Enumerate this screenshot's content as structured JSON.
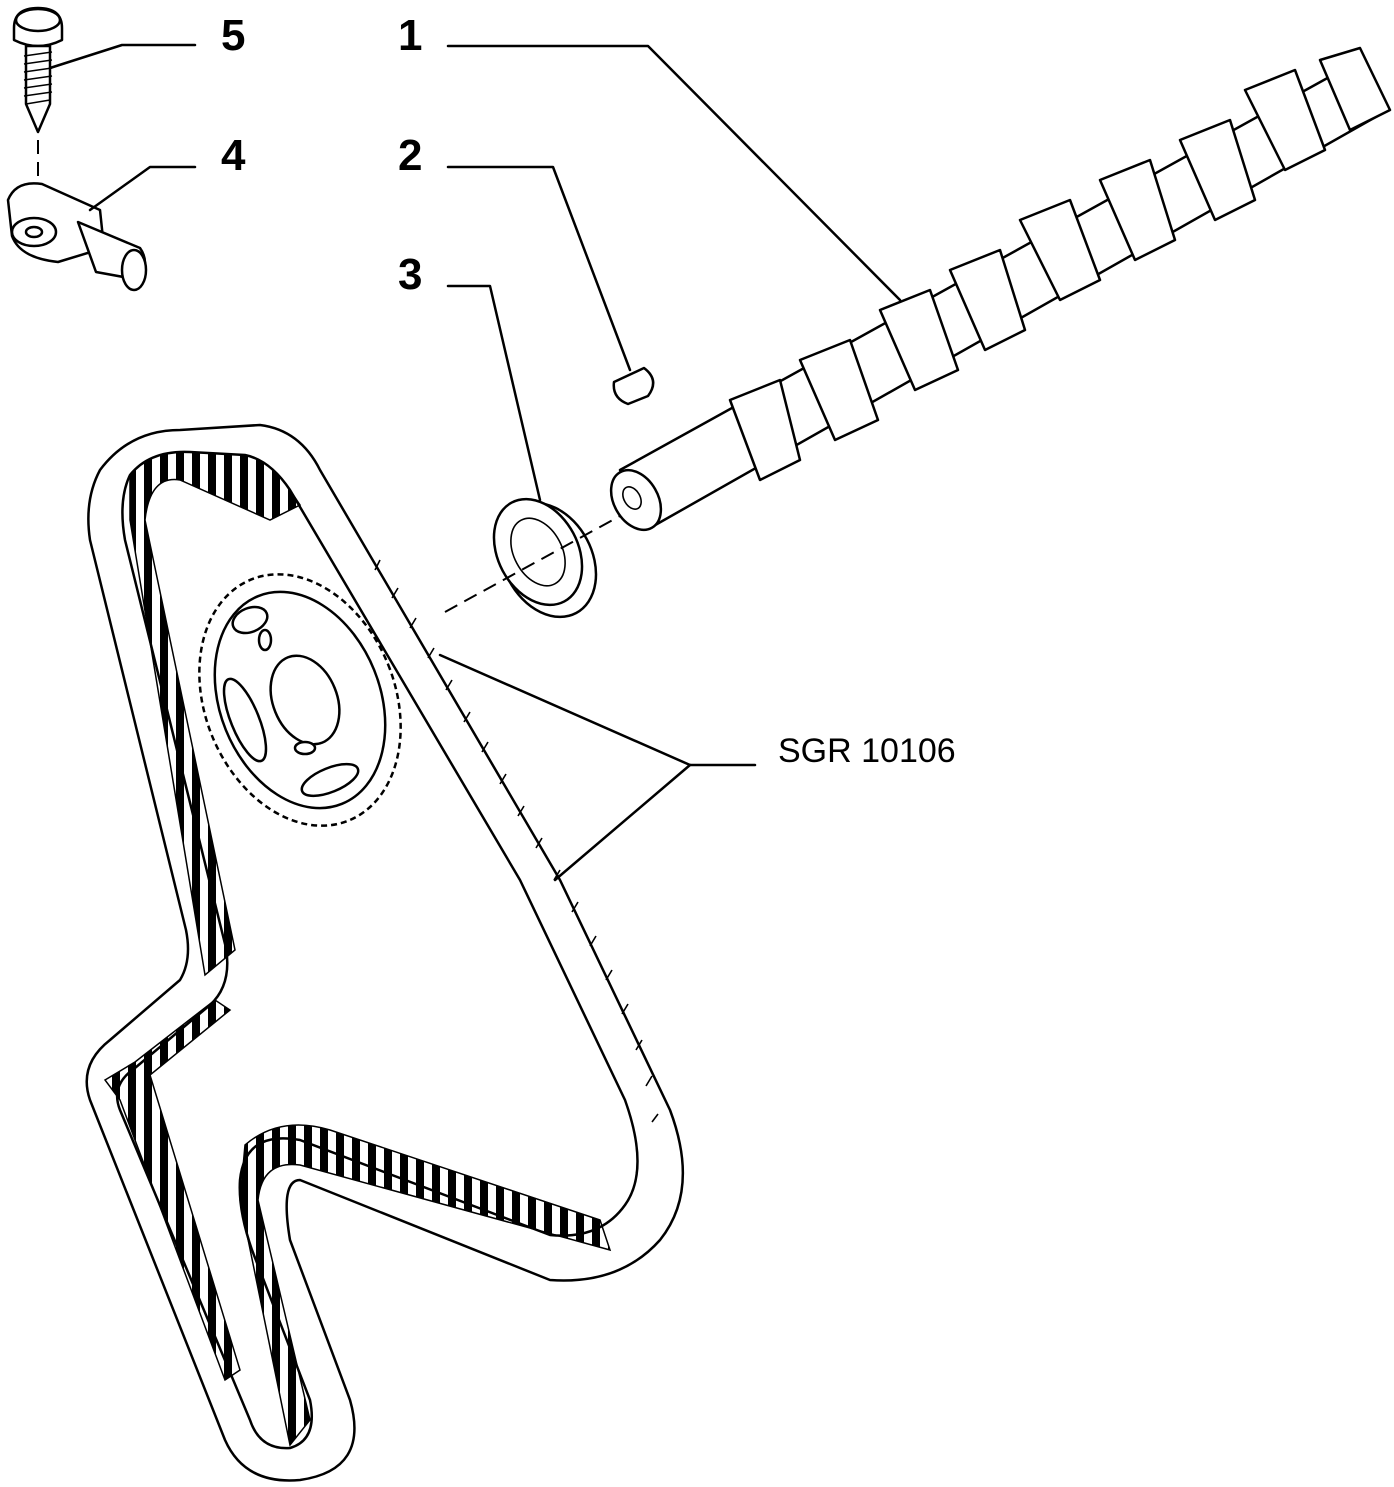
{
  "callouts": {
    "c1": "1",
    "c2": "2",
    "c3": "3",
    "c4": "4",
    "c5": "5"
  },
  "belt_code": "SGR 10106"
}
